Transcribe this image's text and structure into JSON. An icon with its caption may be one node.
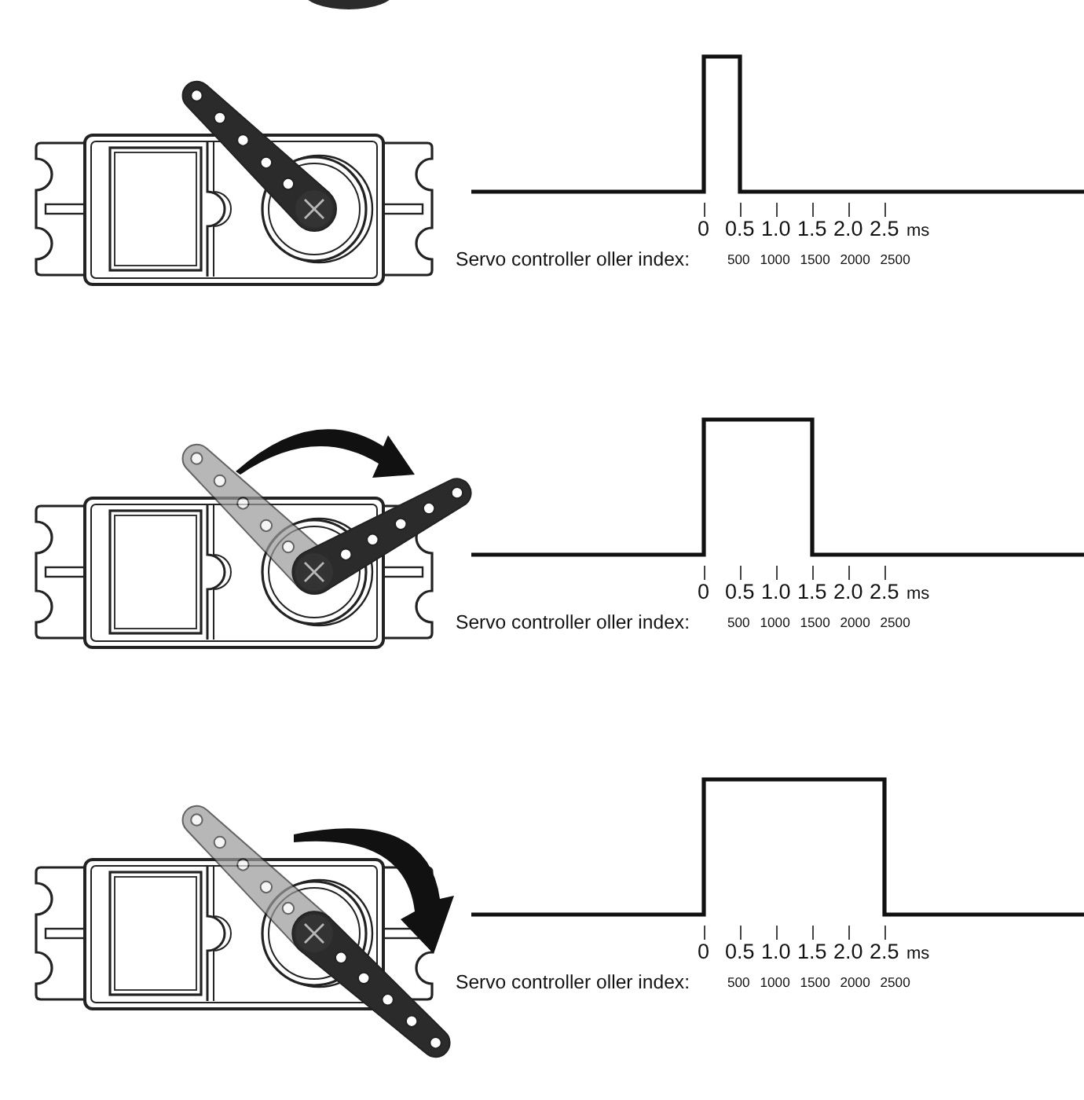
{
  "diagram": {
    "labels": [
      "0",
      "0.5",
      "1.0",
      "1.5",
      "2.0",
      "2.5",
      "ms",
      "Servo controller oller index:",
      "500 1000 1500 2000 2500",
      "0",
      "0.5",
      "1.0",
      "1.5",
      "2.0",
      "2.5",
      "ms",
      "Servo controller oller index:",
      "500 1000 1500 2000 2500",
      "0",
      "0.5",
      "1.0",
      "1.5",
      "2.0",
      "2.5",
      "ms",
      "Servo controller oller index:",
      "500 1000 1500 2000 2500"
    ]
  }
}
